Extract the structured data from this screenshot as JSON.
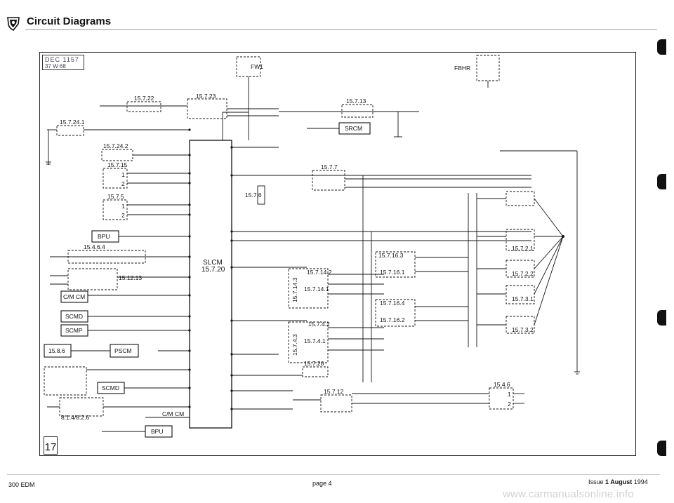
{
  "header": {
    "title": "Circuit Diagrams"
  },
  "diagram": {
    "stamp": {
      "line1": "DEC 1157",
      "line2": "37 W 68"
    },
    "fuse_label_top": "FW1",
    "fuse_label_right": "FBHR",
    "module_center": {
      "name": "SLCM",
      "ref": "15.7.20"
    },
    "modules": {
      "bpu_top": "BPU",
      "cm_cm_left": "C/M CM",
      "scmd_left": "SCMD",
      "scmp_left": "SCMP",
      "pscm": "PSCM",
      "scmd_bottom": "SCMD",
      "cm_cm_bottom": "C/M CM",
      "bpu_bottom": "BPU",
      "srcm": "SRCM",
      "ref_1586": "15.8.6",
      "ref_8148": "8.1.4/8.2.6"
    },
    "refs": {
      "r15723": "15.7.23",
      "r15722": "15.7.22",
      "r15713": "15.7.13",
      "r15724_1": "15.7.24.1",
      "r15724_2": "15.7.24.2",
      "r15715": "15.7.15",
      "r1575": "15.7.5",
      "r1577": "15.7.7",
      "r1576": "15.7.6",
      "r15464": "15.4.6.4",
      "r151213": "15.12.13",
      "r15716_3": "15.7.16.3",
      "r15716_1": "15.7.16.1",
      "r15714_2": "15.7.14.2",
      "r15714_3": "15.7.14.3",
      "r15714_1": "15.7.14.1",
      "r15716_4": "15.7.16.4",
      "r15716_2": "15.7.16.2",
      "r1574_2": "15.7.4.2",
      "r1574_3": "15.7.4.3",
      "r1574_1": "15.7.4.1",
      "r15721": "15.7.2.1",
      "r15722b": "15.7.2.2",
      "r15731": "15.7.3.1",
      "r15732": "15.7.3.2",
      "r15726": "15.7.26",
      "r15712": "15.7.12",
      "r1546": "15.4.6",
      "n1": "1",
      "n2": "2"
    },
    "sheet_number": "17"
  },
  "footer": {
    "left": "300 EDM",
    "center": "page 4",
    "issue_word": "Issue",
    "issue_bold": "1 August",
    "issue_year": "1994"
  },
  "watermark": "www.carmanualsonline.info",
  "colors": {
    "ink": "#111111",
    "rule": "#9a9a9a",
    "tab": "#111111"
  }
}
